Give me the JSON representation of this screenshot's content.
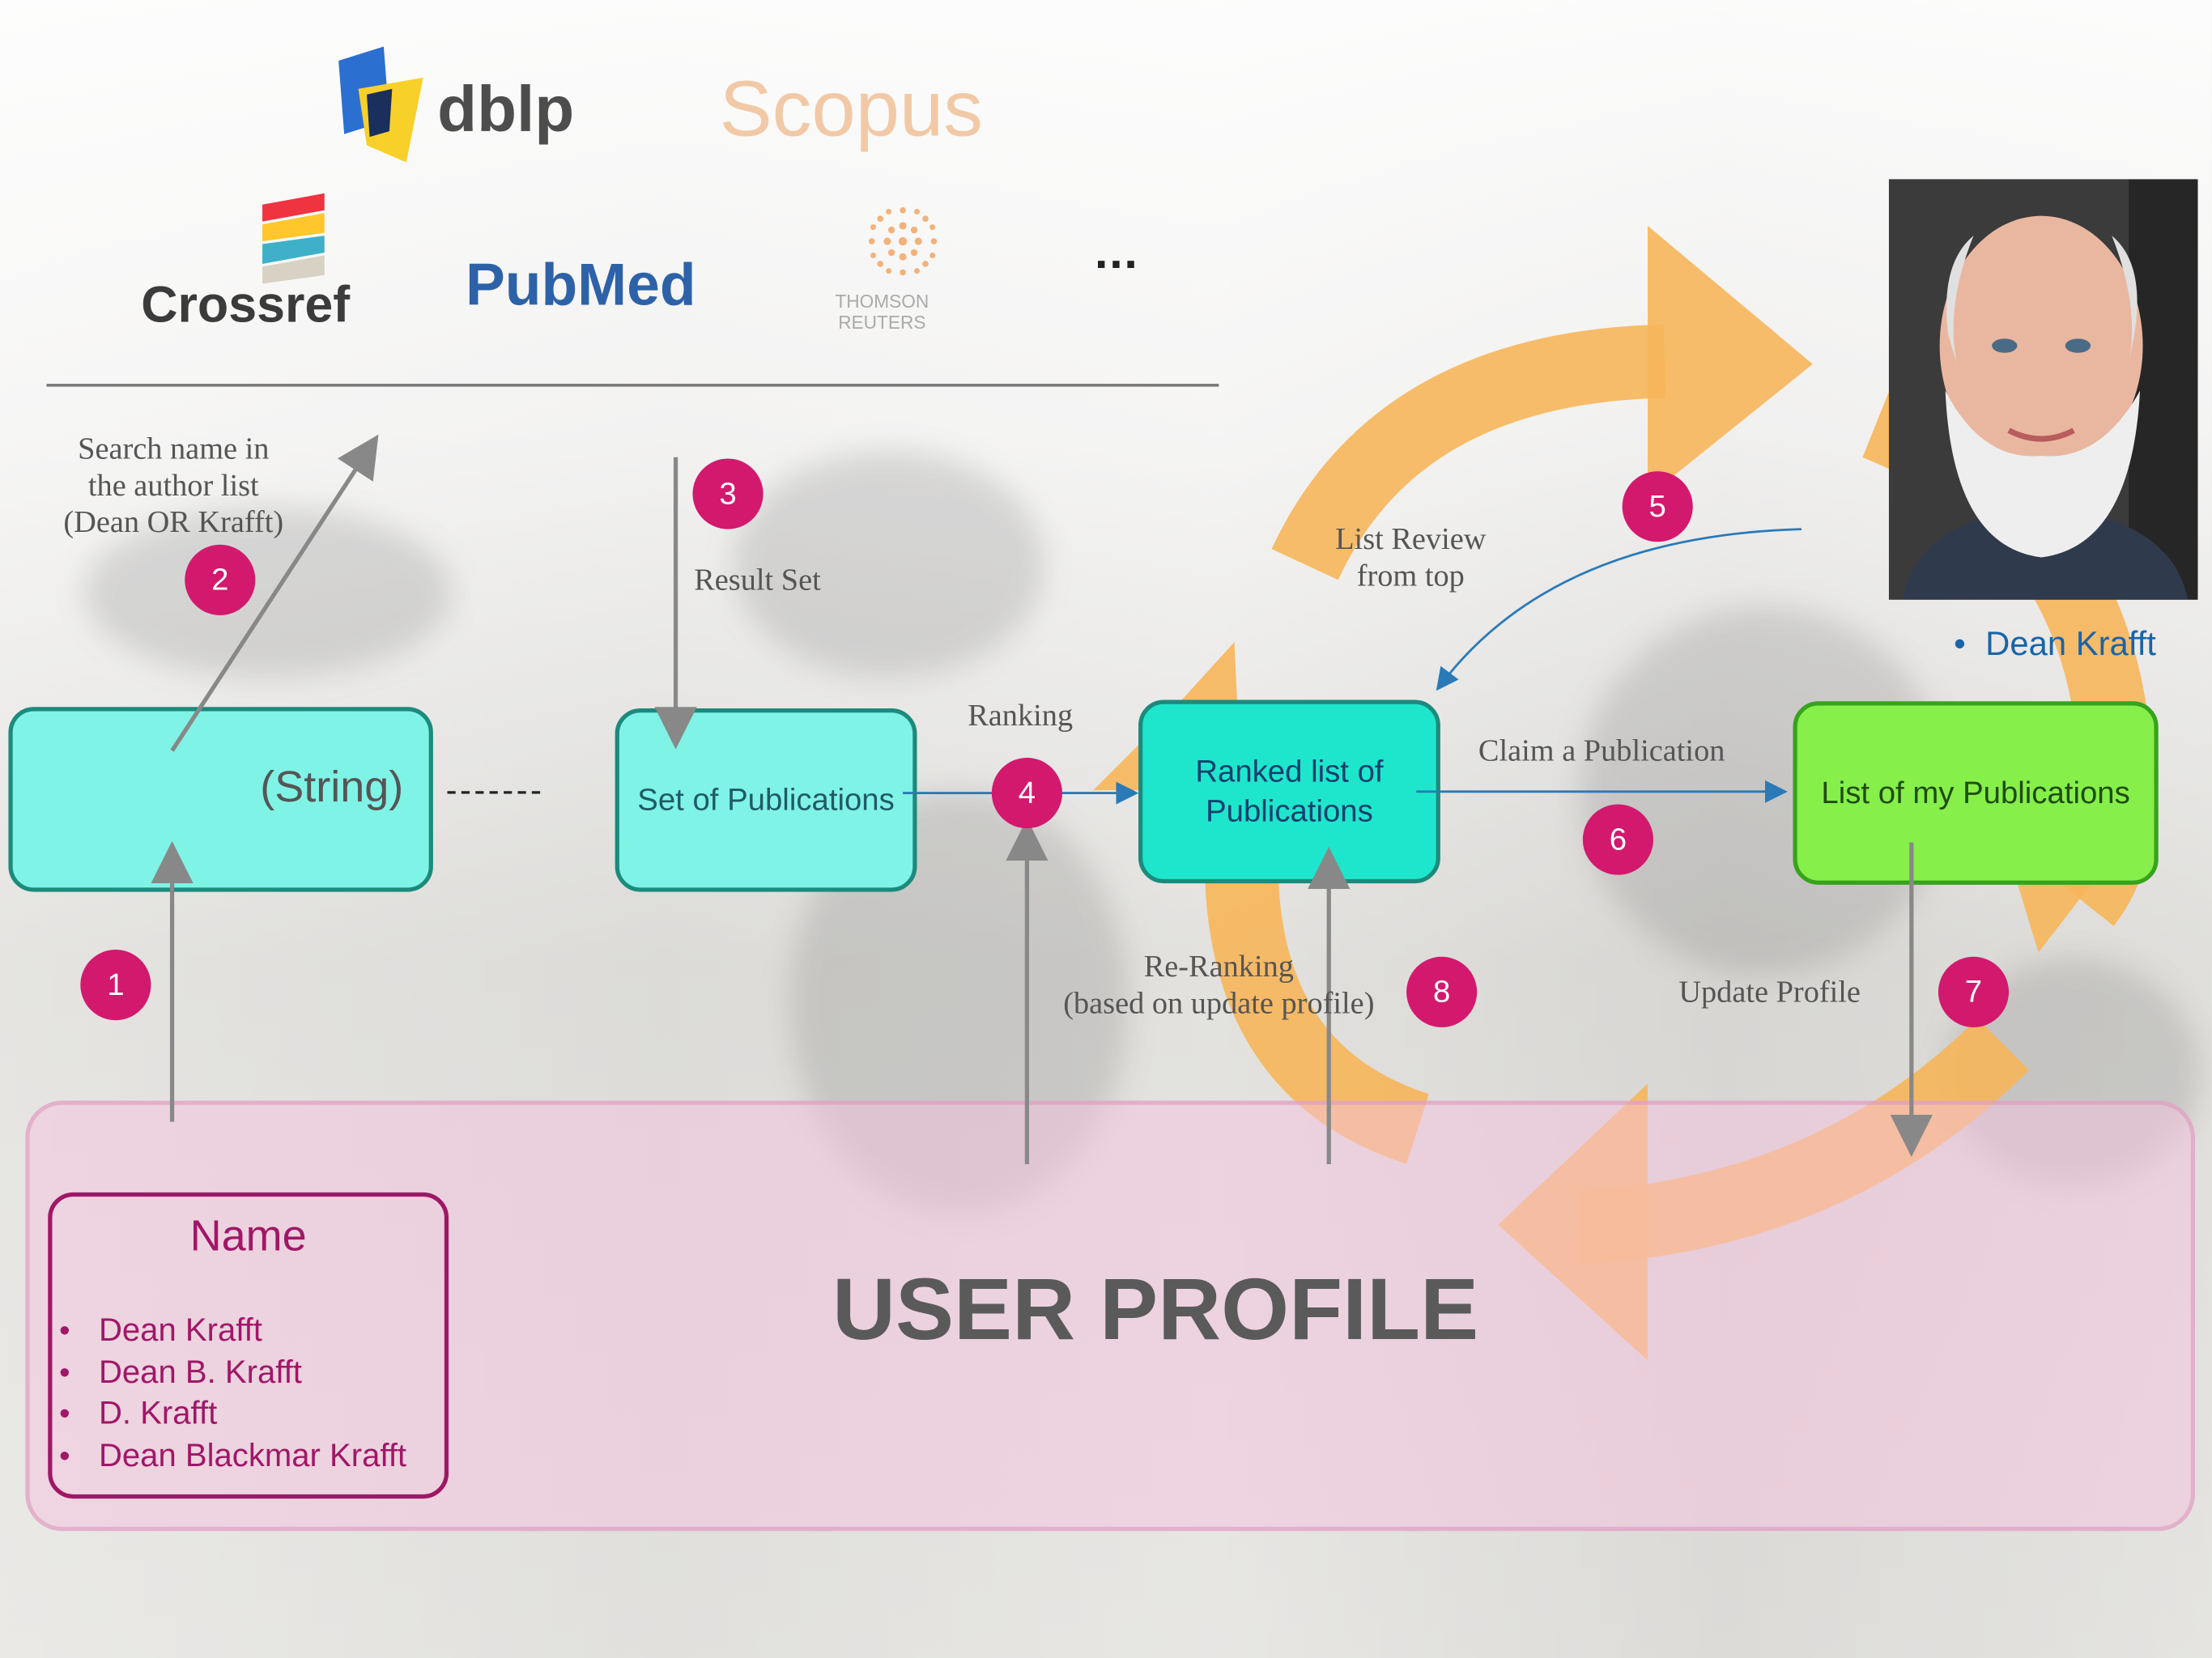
{
  "logos": {
    "dblp": "dblp",
    "scopus": "Scopus",
    "crossref": "Crossref",
    "pubmed": "PubMed",
    "thomson_line1": "THOMSON",
    "thomson_line2": "REUTERS",
    "more": "..."
  },
  "boxes": {
    "string": "(String)",
    "set_of_publications": "Set of Publications",
    "ranked_list": "Ranked list of Publications",
    "my_publications": "List of my Publications"
  },
  "edge_labels": {
    "search_line1": "Search name in",
    "search_line2": "the author list",
    "search_line3": "(Dean OR Krafft)",
    "result_set": "Result Set",
    "ranking": "Ranking",
    "list_review_line1": "List Review",
    "list_review_line2": "from top",
    "claim": "Claim a Publication",
    "reranking_line1": "Re-Ranking",
    "reranking_line2": "(based on update profile)",
    "update_profile": "Update Profile"
  },
  "steps": [
    "1",
    "2",
    "3",
    "4",
    "5",
    "6",
    "7",
    "8"
  ],
  "dashes": "-------",
  "profile": {
    "title": "USER PROFILE",
    "name_heading": "Name",
    "names": [
      "Dean Krafft",
      "Dean B. Krafft",
      "D. Krafft",
      "Dean Blackmar Krafft"
    ]
  },
  "person": {
    "name": "Dean Krafft"
  },
  "colors": {
    "badge": "#d2196e",
    "cycle_arrow": "#f7b65a",
    "light_box": "#7ff3e6",
    "ranked_box": "#1ee6cc",
    "mine_box": "#86ef4a",
    "profile_accent": "#a01767",
    "link_blue": "#1a64a8"
  }
}
